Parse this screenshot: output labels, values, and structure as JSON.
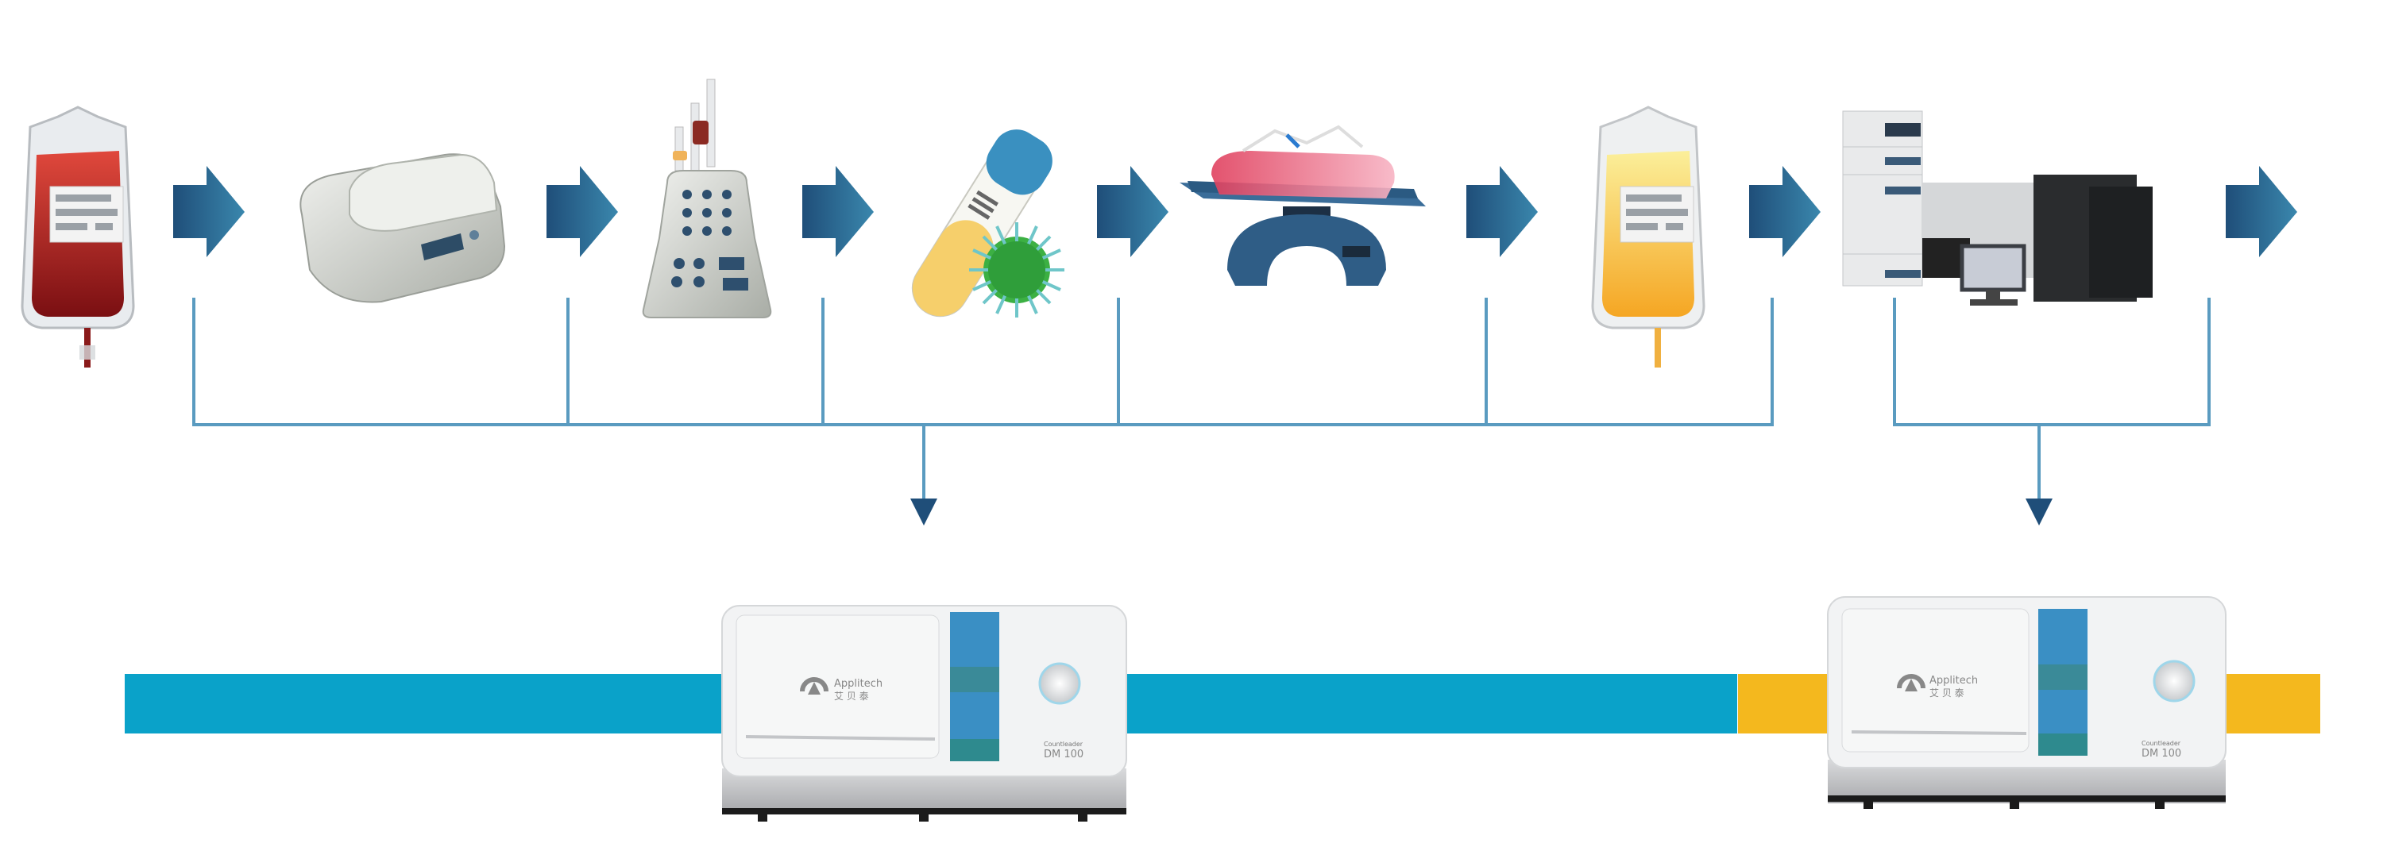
{
  "title": "Cell therapy process workflow with cell counter quality control",
  "colors": {
    "arrow_dark": "#1f4e79",
    "arrow_light": "#3a87ad",
    "connector_line": "#5a9bc0",
    "bar_blue": "#0aa2c9",
    "bar_yellow": "#f4b81e",
    "device_body": "#f2f3f4",
    "device_slot_blue": "#3a8fc4",
    "device_slot_teal": "#2e8a8e"
  },
  "process_steps": [
    {
      "name": "blood-bag",
      "icon": "blood-bag-icon"
    },
    {
      "name": "centrifuge",
      "icon": "centrifuge-icon"
    },
    {
      "name": "cell-separator",
      "icon": "cell-separator-icon"
    },
    {
      "name": "viral-transduction-tube",
      "icon": "test-tube-virus-icon"
    },
    {
      "name": "culture-bag-rocker",
      "icon": "rocker-bioreactor-icon"
    },
    {
      "name": "final-product-bag",
      "icon": "product-bag-icon"
    },
    {
      "name": "analysis-instruments",
      "icon": "lab-instruments-icon"
    }
  ],
  "devices": [
    {
      "brand_en": "Applitech",
      "brand_cn": "艾 贝 泰",
      "series": "Countleader",
      "model": "DM 100"
    },
    {
      "brand_en": "Applitech",
      "brand_cn": "艾 贝 泰",
      "series": "Countleader",
      "model": "DM 100"
    }
  ],
  "bars": [
    {
      "name": "in-process-bar",
      "color": "#0aa2c9"
    },
    {
      "name": "release-bar",
      "color": "#f4b81e"
    }
  ]
}
